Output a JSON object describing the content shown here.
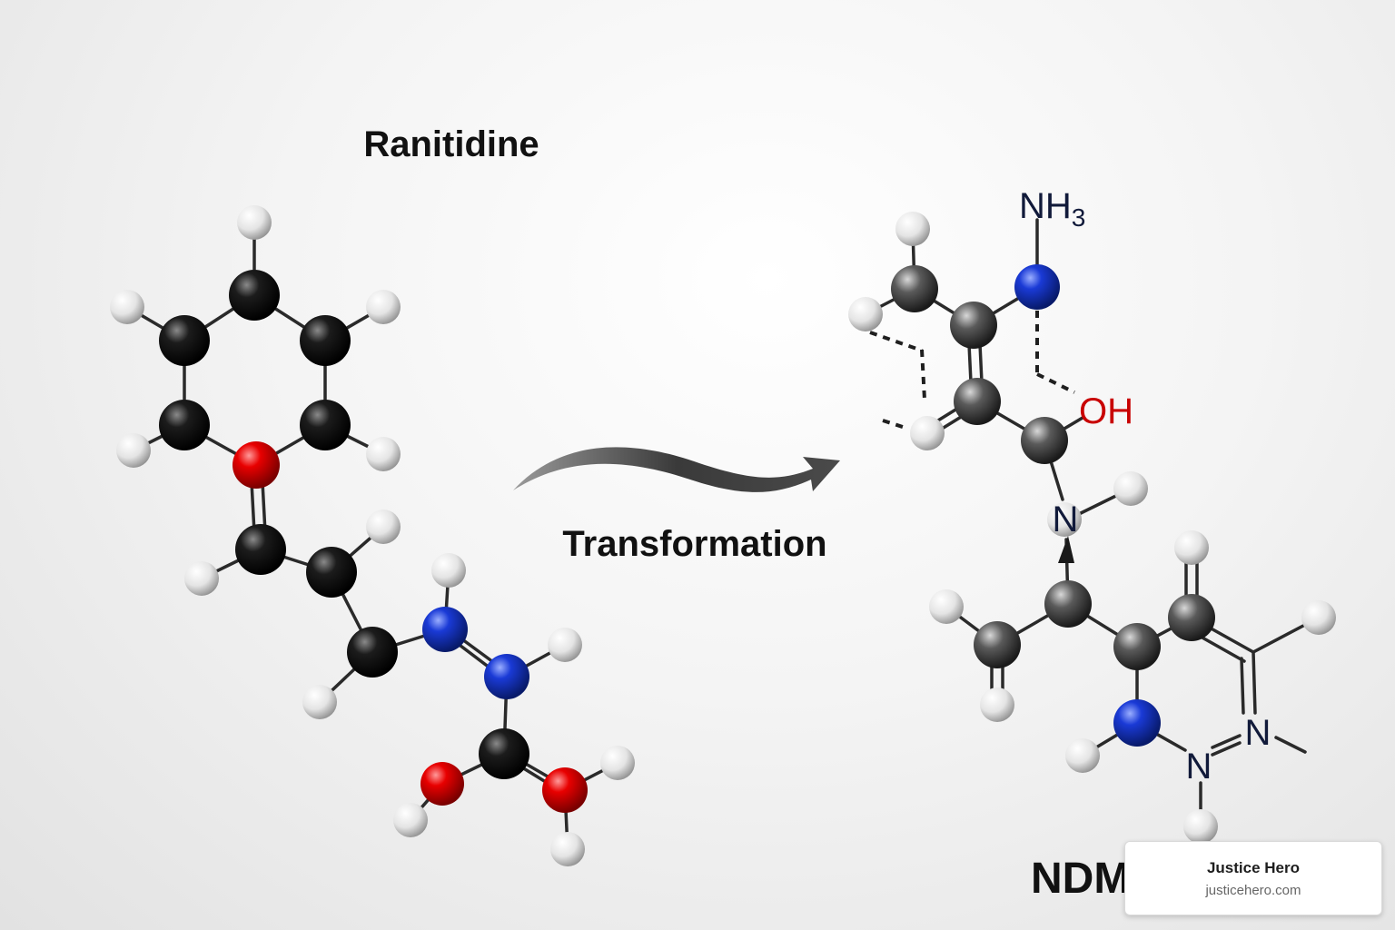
{
  "labels": {
    "left_title": "Ranitidine",
    "arrow_label": "Transformation",
    "right_title": "NDMA"
  },
  "atom_labels": {
    "nh3_main": "NH",
    "nh3_sub": "3",
    "oh": "OH",
    "n_amine": "N",
    "n_ring_1": "N",
    "n_ring_2": "N"
  },
  "watermark": {
    "name": "Justice Hero",
    "url": "justicehero.com"
  },
  "colors": {
    "carbon": "#111111",
    "hydrogen": "#f2f2f2",
    "oxygen": "#e00000",
    "nitrogen": "#1633c8",
    "arrow": "#3c3c3c",
    "label_oxygen": "#c80000",
    "label_nitrogen": "#111a3a"
  }
}
